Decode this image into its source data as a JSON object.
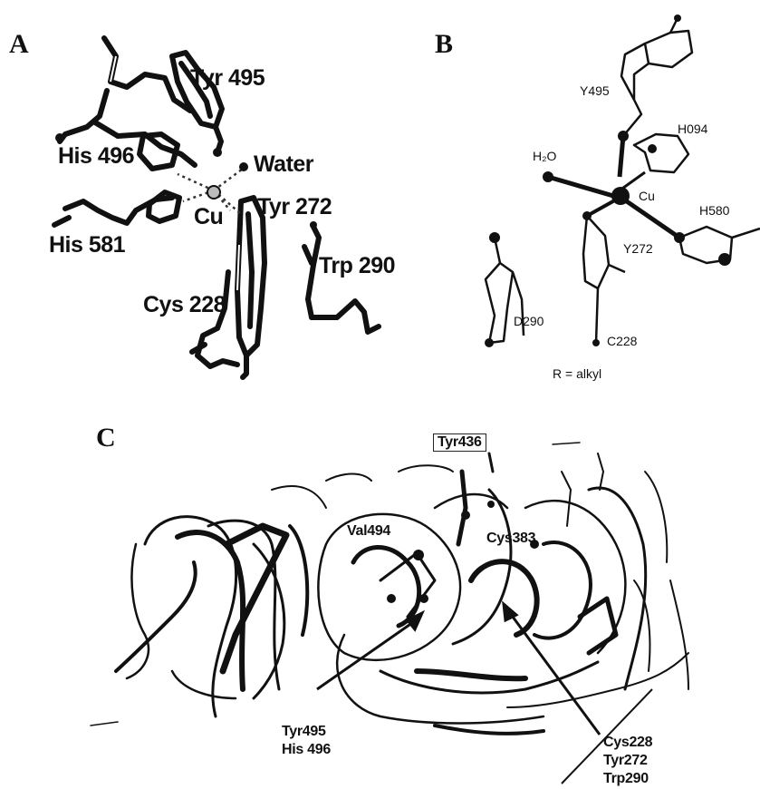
{
  "panel_a": {
    "letter": "A",
    "labels": {
      "tyr495": "Tyr 495",
      "his496": "His 496",
      "water": "Water",
      "cu": "Cu",
      "tyr272": "Tyr 272",
      "his581": "His 581",
      "trp290": "Trp 290",
      "cys228": "Cys 228"
    }
  },
  "panel_b": {
    "letter": "B",
    "labels": {
      "y495": "Y495",
      "h094": "H094",
      "h2o": "H₂O",
      "cu": "Cu",
      "h580": "H580",
      "y272": "Y272",
      "d290": "D290",
      "c228": "C228",
      "r_alkyl": "R = alkyl"
    }
  },
  "panel_c": {
    "letter": "C",
    "labels": {
      "tyr436": "Tyr436",
      "val494": "Val494",
      "cys383": "Cys383",
      "tyr495": "Tyr495",
      "his496": "His 496",
      "cys228": "Cys228",
      "tyr272": "Tyr272",
      "trp290": "Trp290"
    }
  }
}
